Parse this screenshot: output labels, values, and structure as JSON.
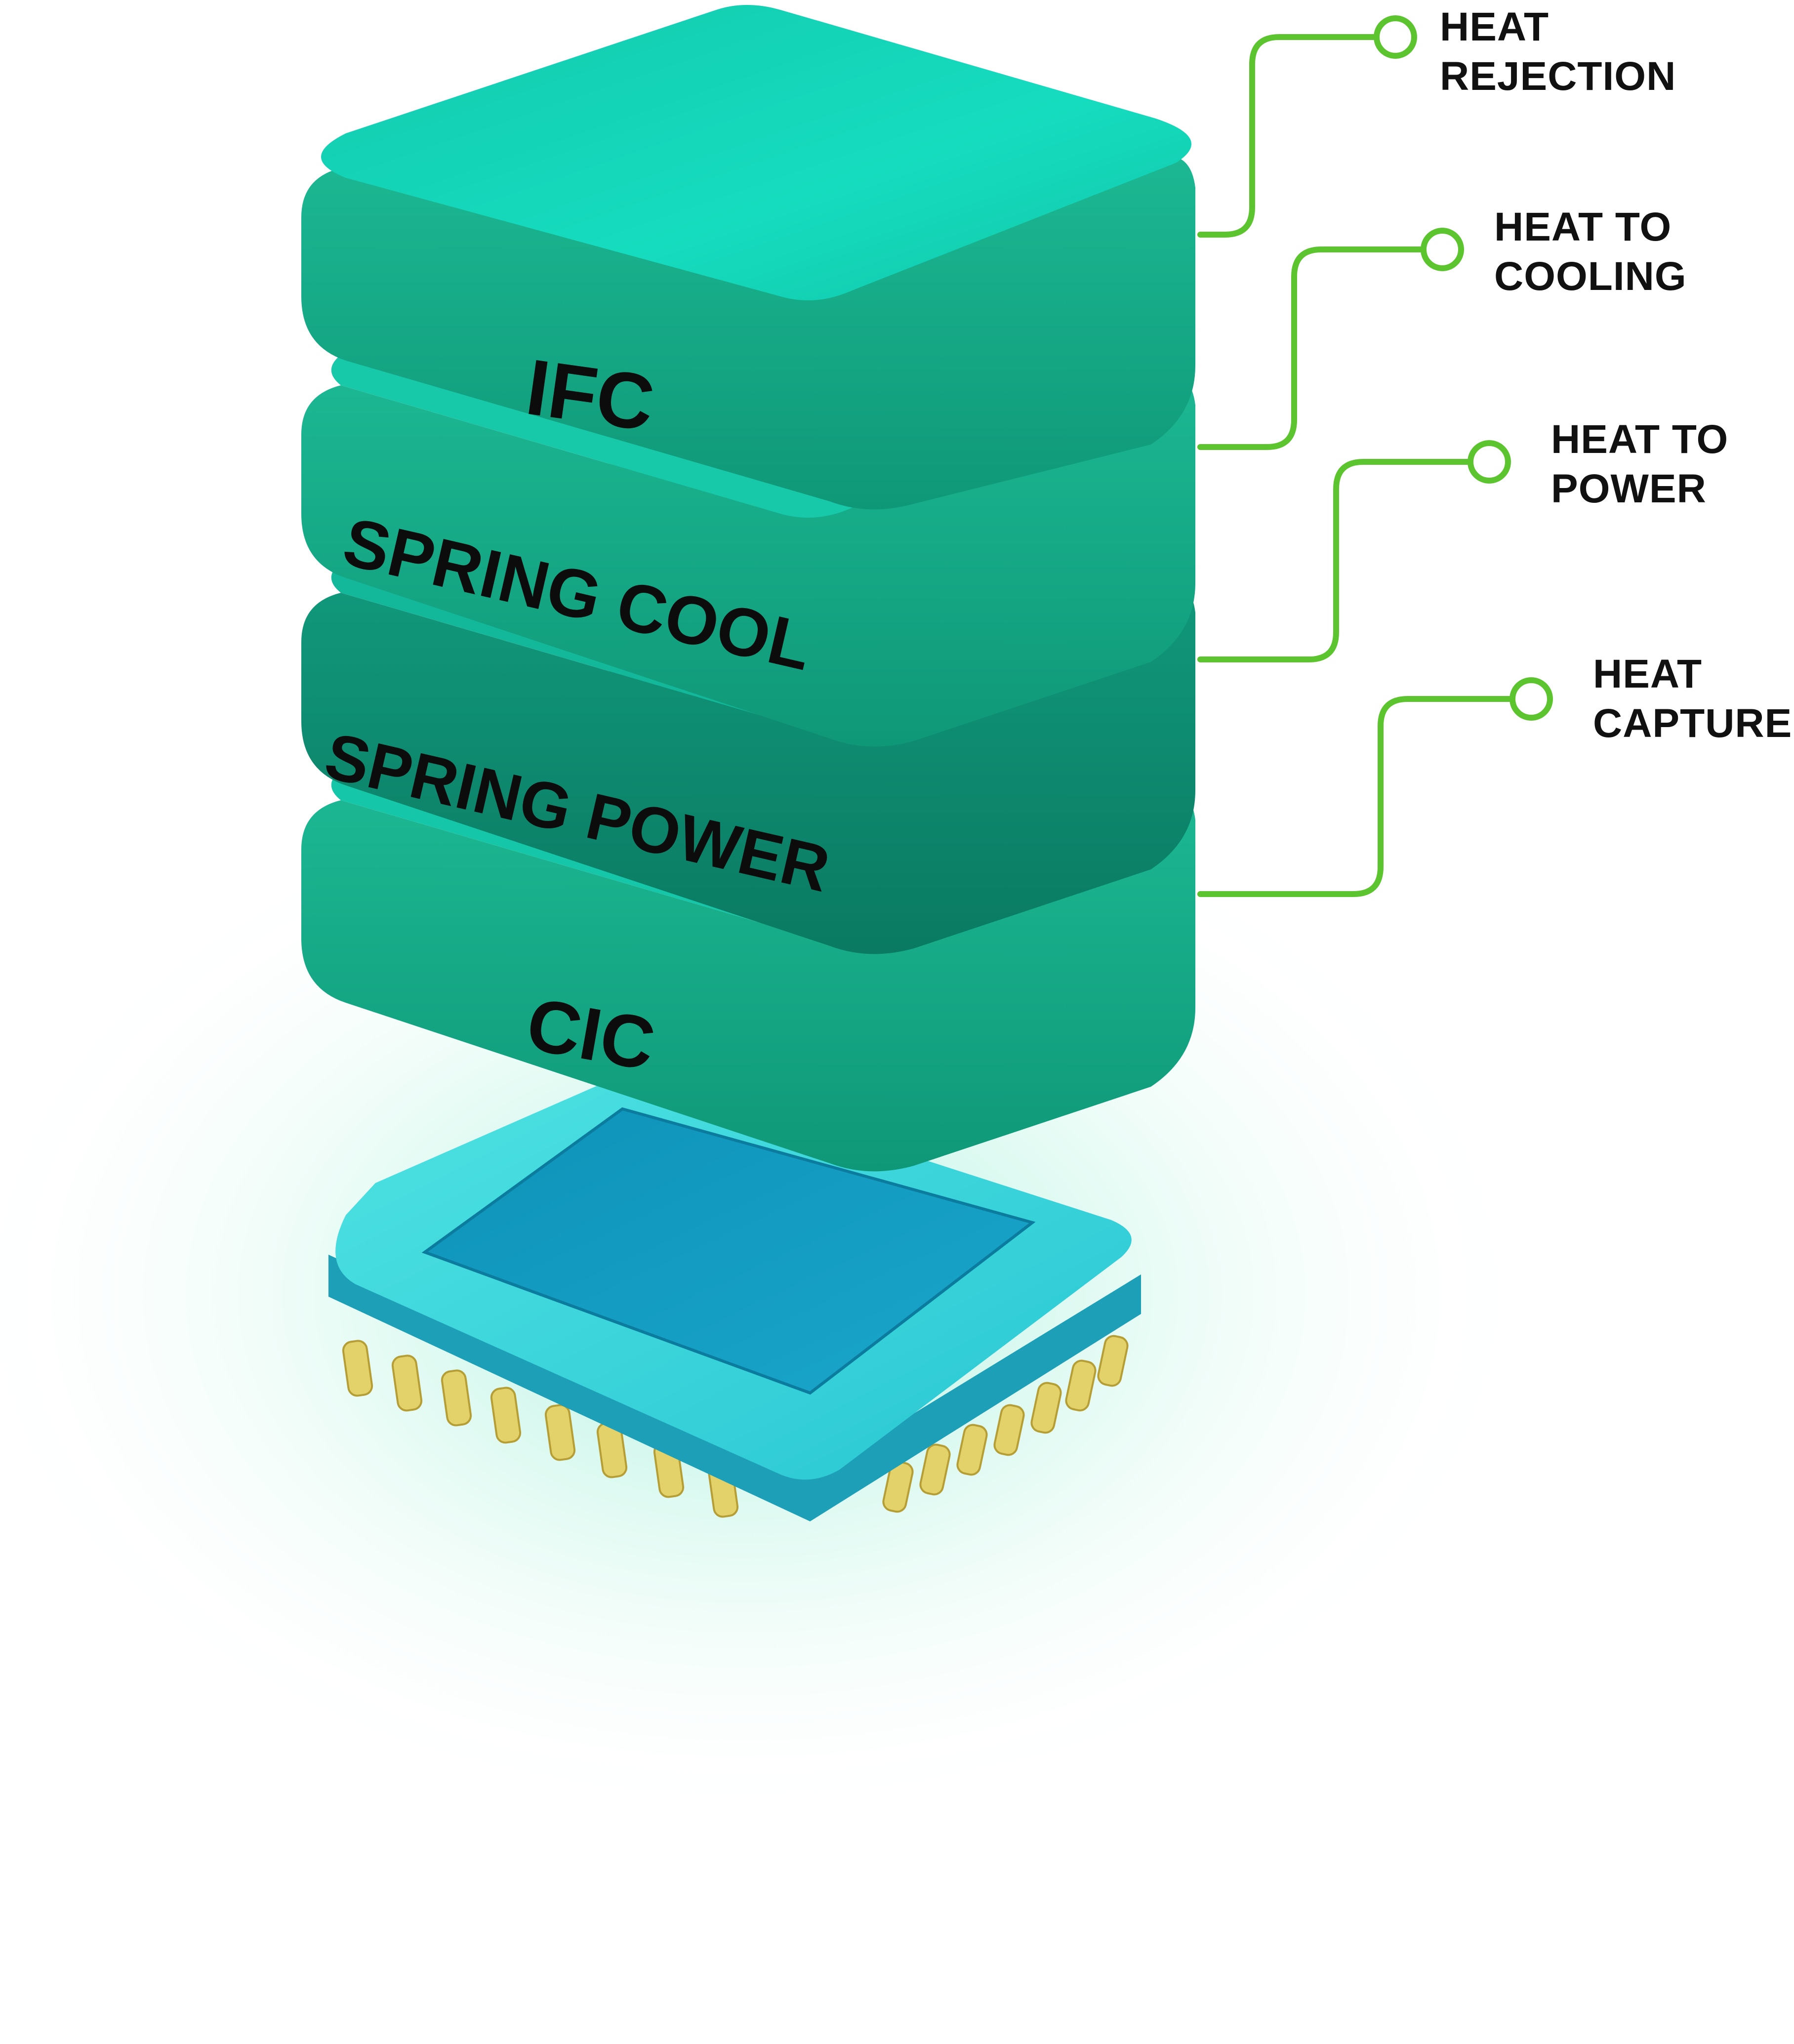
{
  "layers": [
    {
      "id": "ifc",
      "label": "IFC"
    },
    {
      "id": "spring-cool",
      "label": "SPRING COOL"
    },
    {
      "id": "spring-power",
      "label": "SPRING POWER"
    },
    {
      "id": "cic",
      "label": "CIC"
    }
  ],
  "callouts": [
    {
      "line1": "HEAT",
      "line2": "REJECTION"
    },
    {
      "line1": "HEAT TO",
      "line2": "COOLING"
    },
    {
      "line1": "HEAT TO",
      "line2": "POWER"
    },
    {
      "line1": "HEAT",
      "line2": "CAPTURE"
    }
  ],
  "colors": {
    "layer_top": "#14d6b8",
    "layer_side": "#16a887",
    "layer_side_dark": "#0e7f6a",
    "callout_line": "#5cc42f",
    "chip_body": "#35cfd6",
    "chip_die": "#1499c2",
    "chip_pins": "#e6d46a",
    "glow": "#bff3e6"
  },
  "icons": {
    "chip": "microchip-icon",
    "connector": "callout-dot-icon"
  }
}
